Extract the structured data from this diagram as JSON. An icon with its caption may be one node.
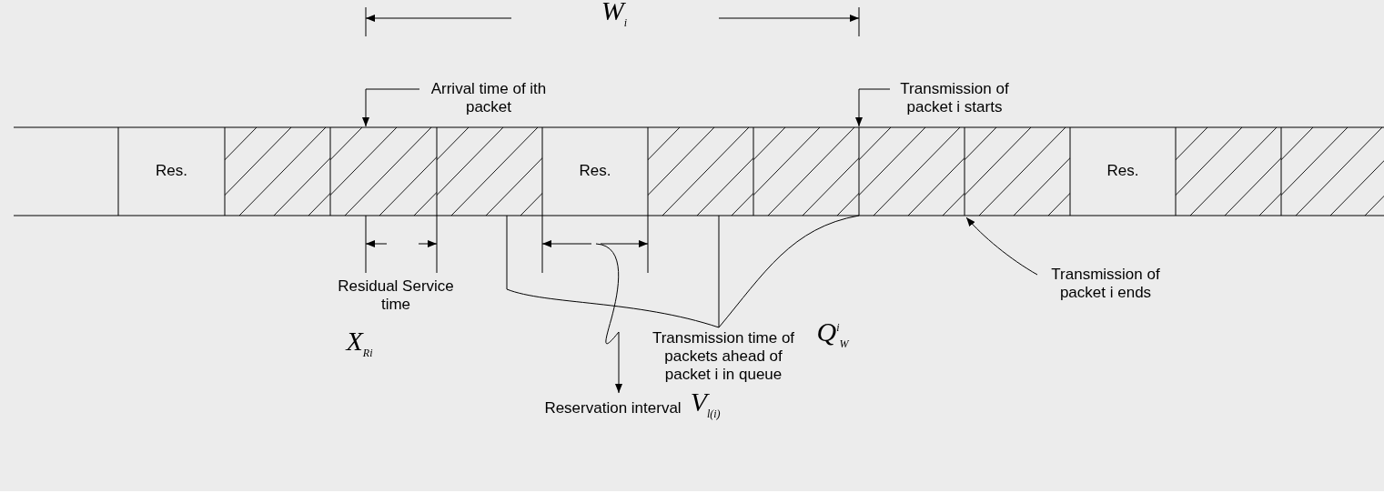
{
  "diagram": {
    "nodes": [
      {
        "text": [
          "Arrival time of ith packet"
        ]
      },
      {
        "text": [
          "Transmission of packet i starts"
        ]
      },
      {
        "text": [
          "Res."
        ]
      },
      {
        "text": [
          "Res."
        ]
      },
      {
        "text": [
          "Res."
        ]
      },
      {
        "text": [
          "Transmission of packet i ends"
        ]
      },
      {
        "text": [
          "Reservation interval",
          "V$_{l(i)}$"
        ]
      }
    ],
    "edges": [
      {
        "from": 0,
        "to": null,
        "arrow": "to"
      },
      {
        "from": 1,
        "to": null,
        "arrow": "to"
      },
      {
        "from": 5,
        "to": null,
        "arrow": "to"
      },
      {
        "from": null,
        "to": 6,
        "arrow": "to"
      }
    ],
    "labels": [
      "W$_{i}$",
      "Residual Service time",
      "X$_{R}$$_{i}$",
      "Transmission time of packets ahead of packet i in queue",
      "Q$^{i}$$_{W}$"
    ]
  }
}
